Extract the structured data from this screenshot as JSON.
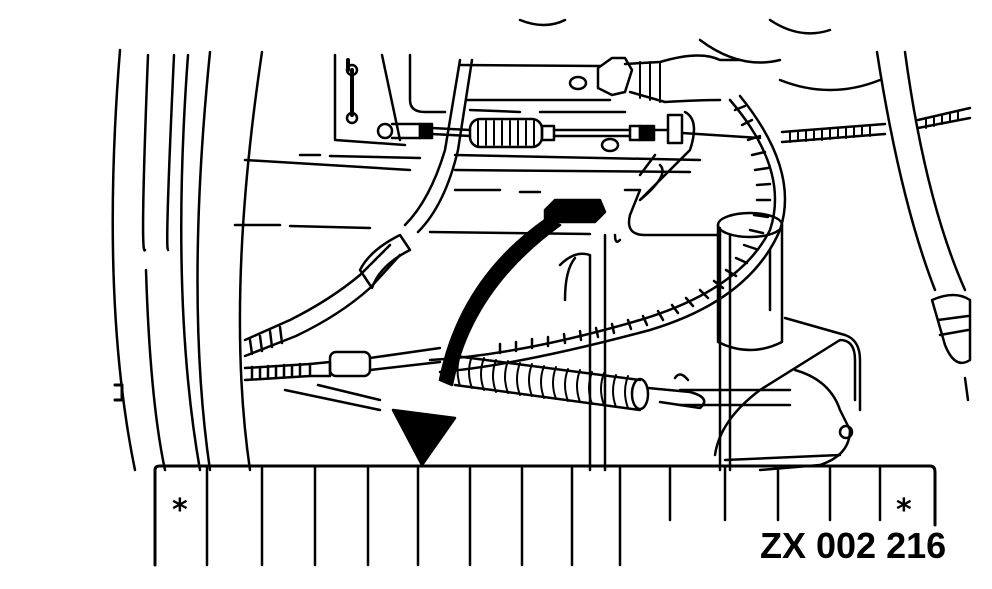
{
  "figure": {
    "type": "technical line illustration",
    "subject": "parking brake cable routing with arrow indicating removal location",
    "reference_code": "ZX 002 216",
    "colors": {
      "ink": "#000000",
      "background": "#ffffff"
    }
  },
  "scale_strip": {
    "left_marker": "*",
    "right_marker": "*",
    "segment_count": 15
  },
  "callouts": [
    {
      "name": "direction-arrow",
      "description": "large curved black arrow pointing down to scale strip"
    }
  ]
}
